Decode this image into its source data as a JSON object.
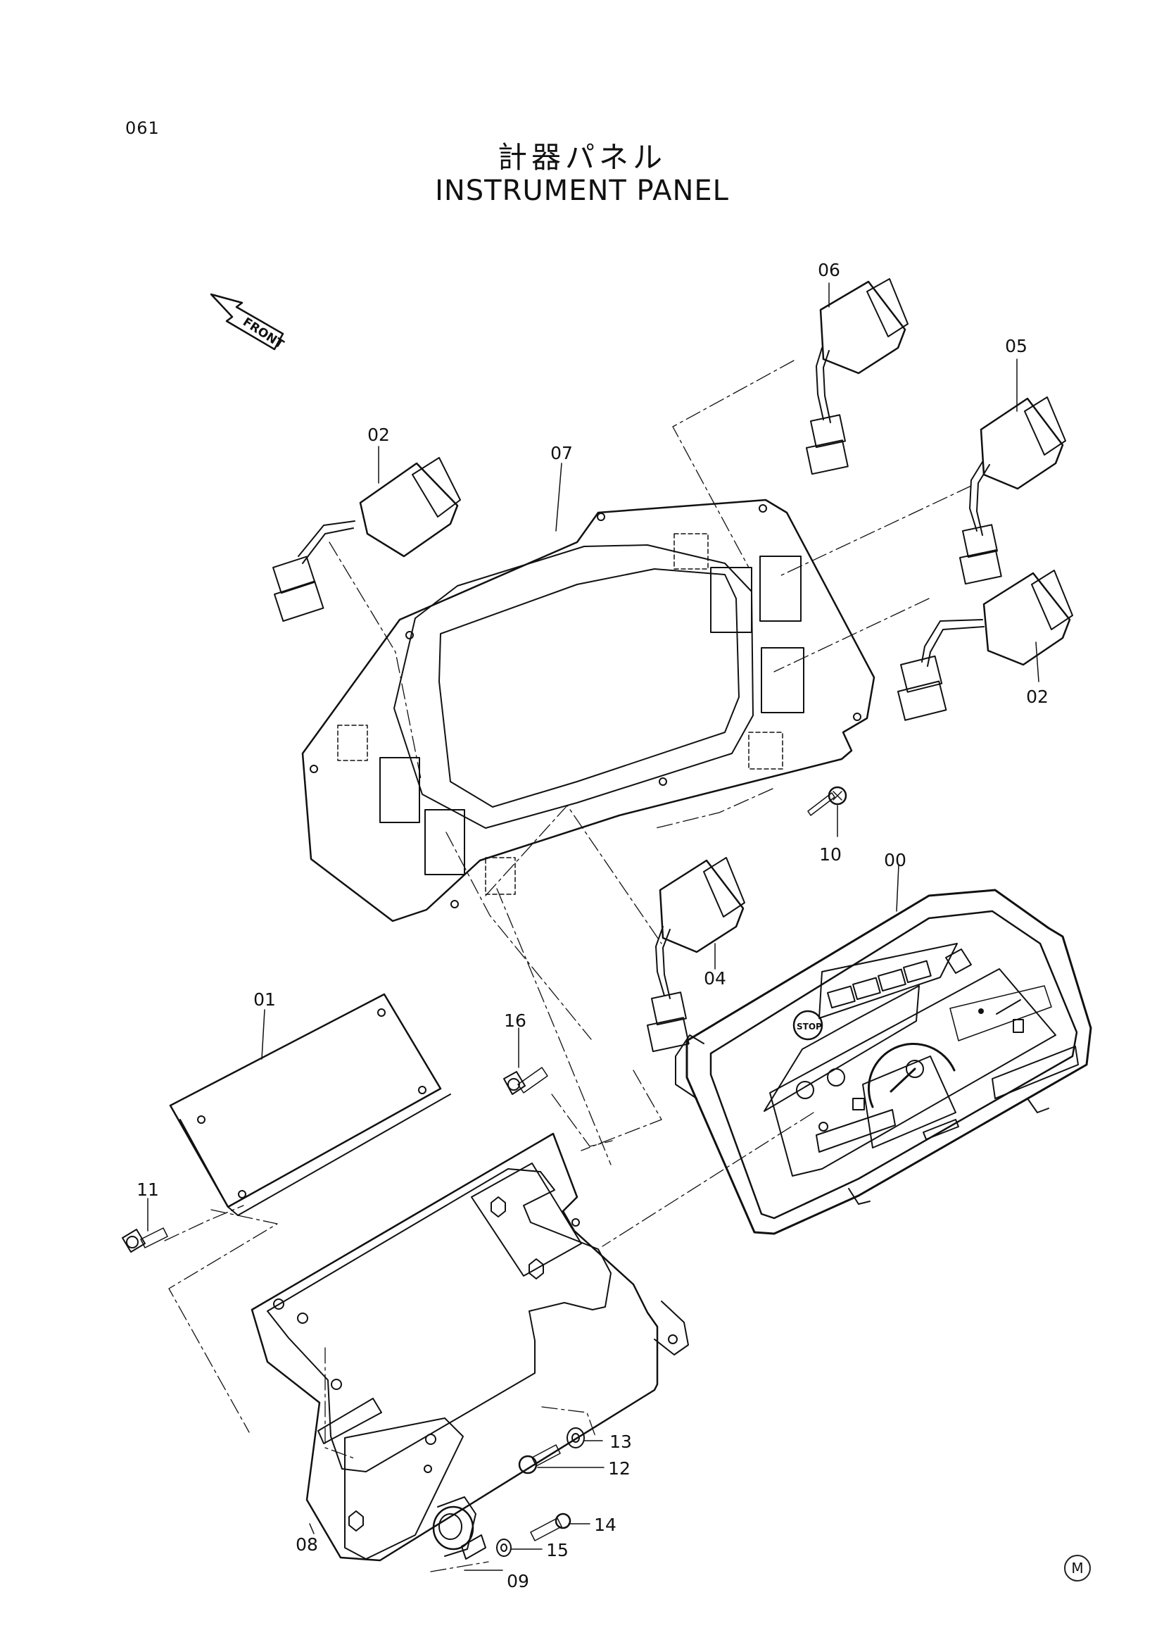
{
  "page_number": "061",
  "title": {
    "japanese": "計器パネル",
    "english": "INSTRUMENT PANEL"
  },
  "front_arrow_label": "FRONT",
  "stop_label": "STOP",
  "copyright_mark": "M",
  "parts": [
    {
      "id": "p00",
      "label": "00"
    },
    {
      "id": "p01",
      "label": "01"
    },
    {
      "id": "p02a",
      "label": "02"
    },
    {
      "id": "p02b",
      "label": "02"
    },
    {
      "id": "p04",
      "label": "04"
    },
    {
      "id": "p05",
      "label": "05"
    },
    {
      "id": "p06",
      "label": "06"
    },
    {
      "id": "p07",
      "label": "07"
    },
    {
      "id": "p08",
      "label": "08"
    },
    {
      "id": "p09",
      "label": "09"
    },
    {
      "id": "p10",
      "label": "10"
    },
    {
      "id": "p11",
      "label": "11"
    },
    {
      "id": "p12",
      "label": "12"
    },
    {
      "id": "p13",
      "label": "13"
    },
    {
      "id": "p14",
      "label": "14"
    },
    {
      "id": "p15",
      "label": "15"
    },
    {
      "id": "p16",
      "label": "16"
    }
  ]
}
